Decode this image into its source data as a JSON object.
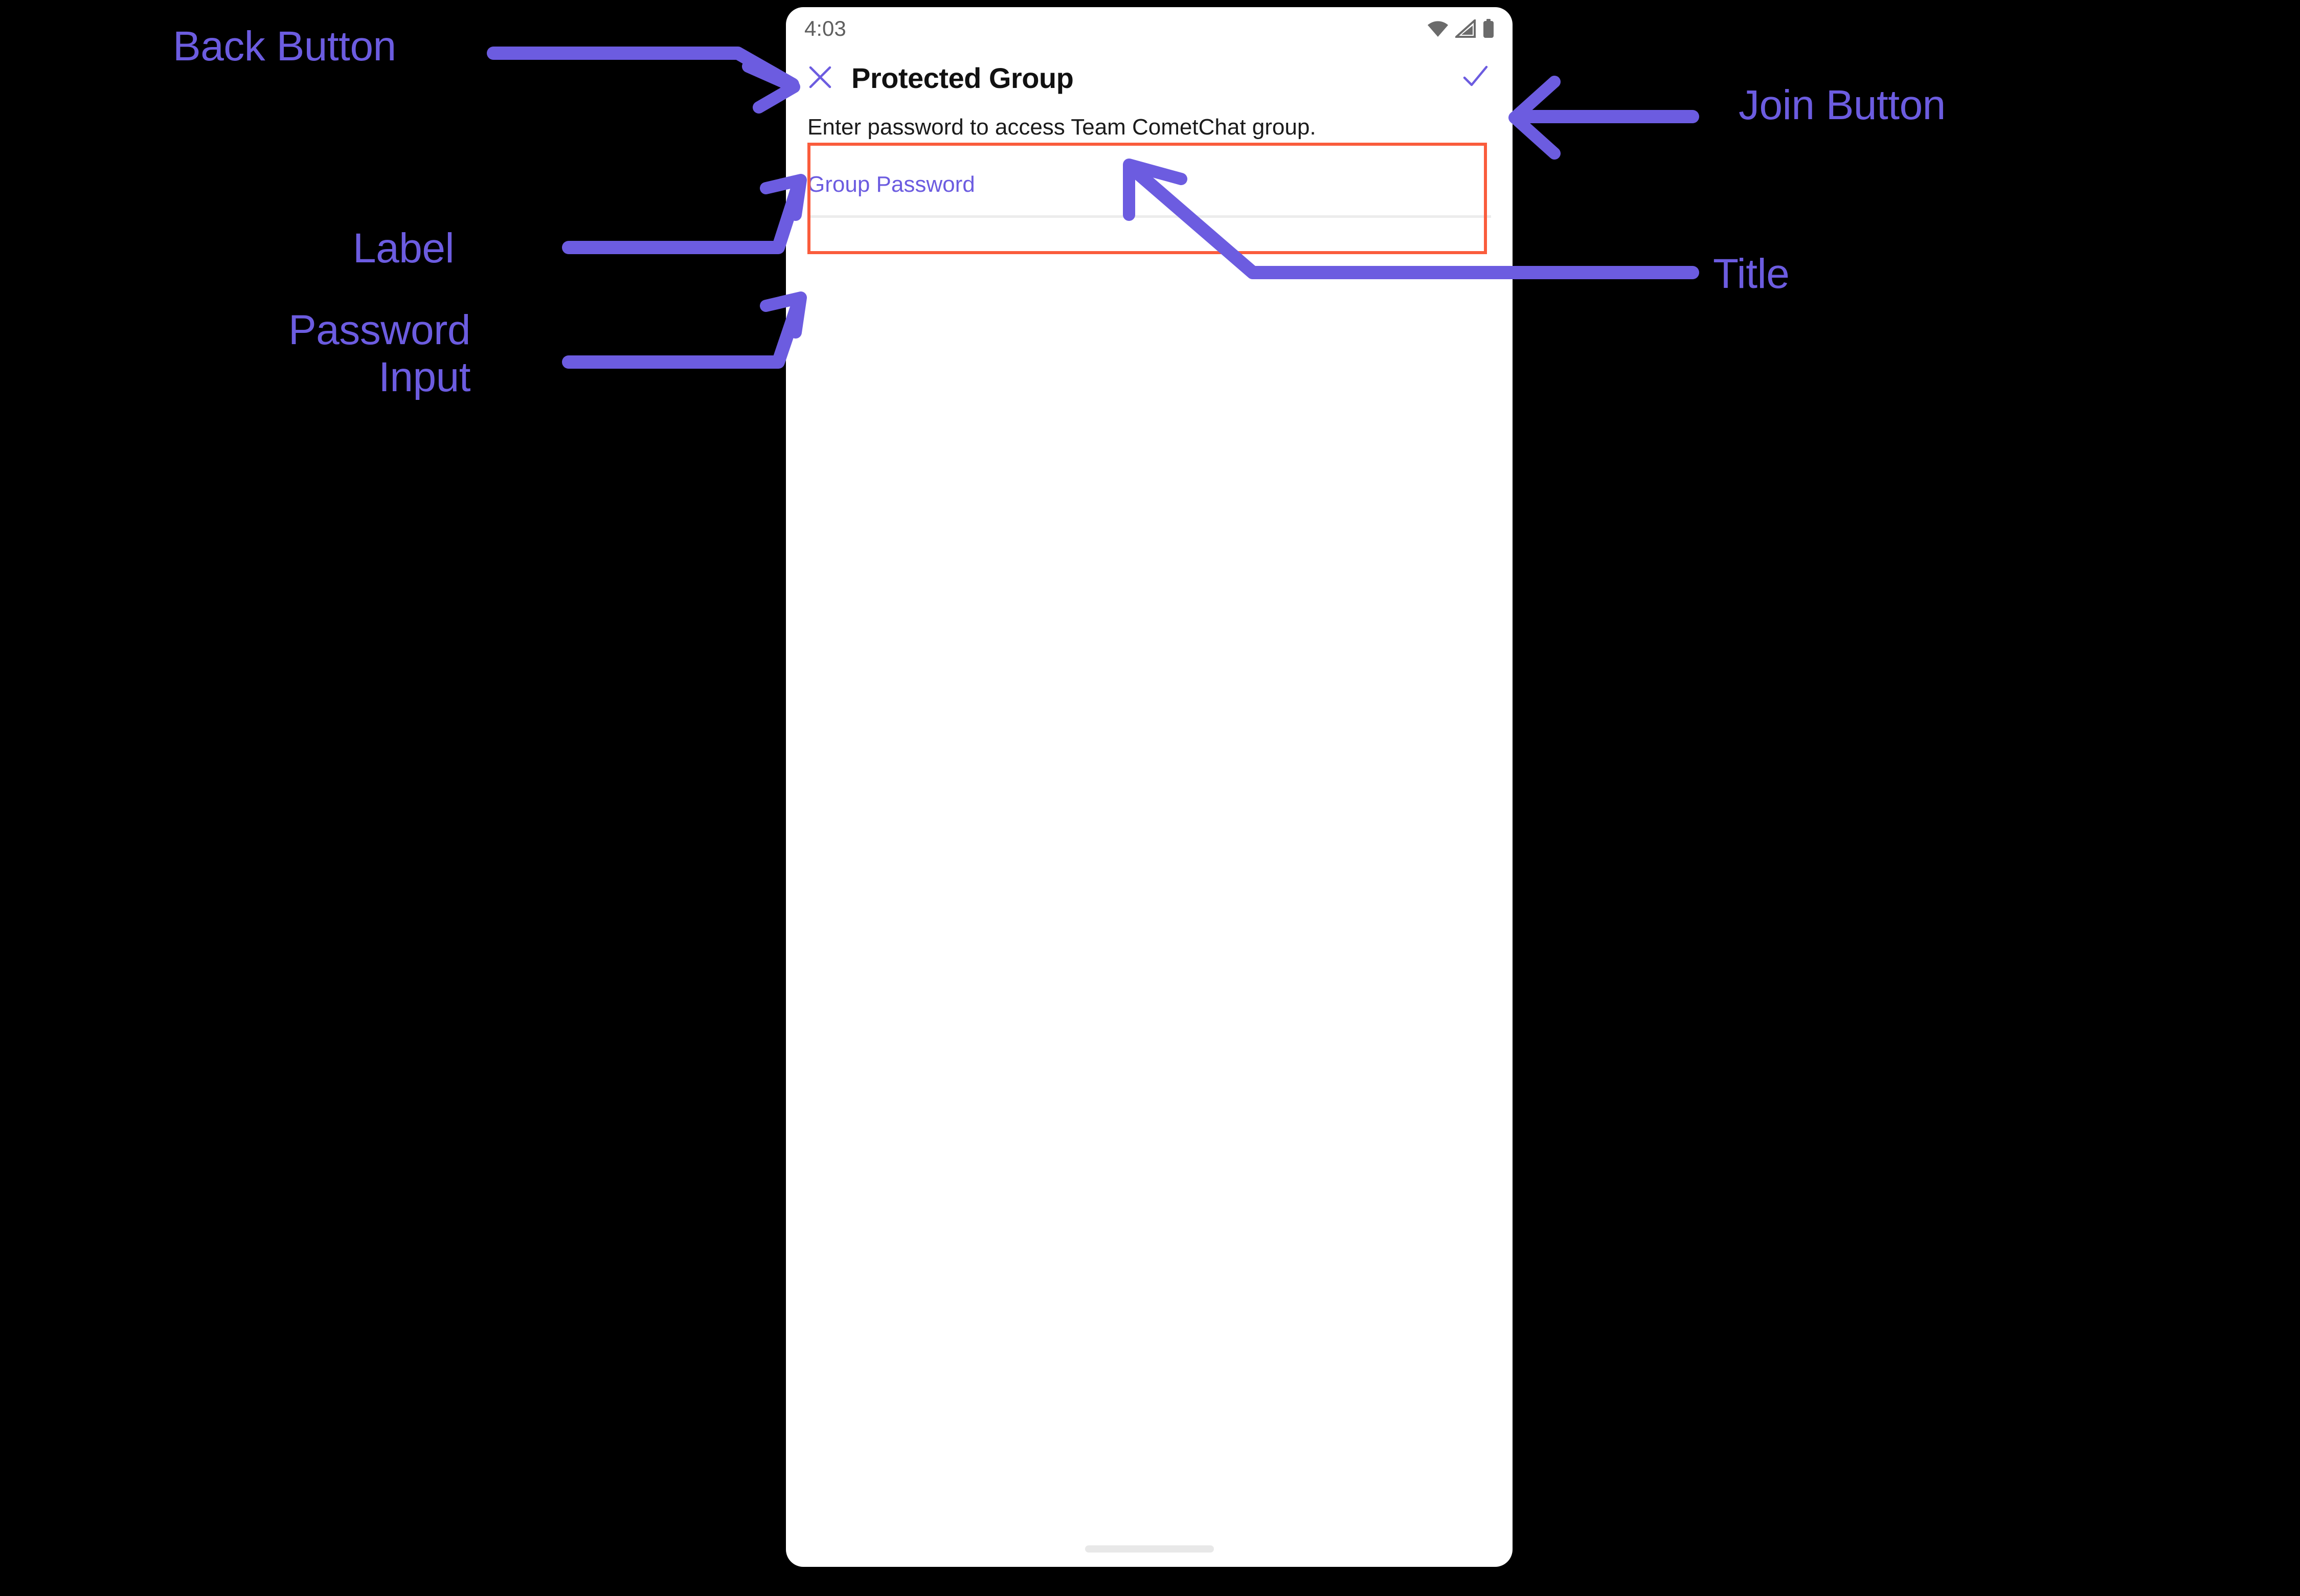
{
  "device": {
    "status_bar": {
      "clock": "4:03",
      "icons": [
        "wifi-icon",
        "cell-signal-icon",
        "battery-icon"
      ]
    },
    "home_indicator": "home-indicator"
  },
  "app_bar": {
    "close_icon": "close-icon",
    "title": "Protected Group",
    "confirm_icon": "check-icon"
  },
  "screen": {
    "helper_text": "Enter password to access Team CometChat group.",
    "password_field": {
      "label": "Group Password",
      "value": "",
      "placeholder": ""
    }
  },
  "annotations": [
    {
      "id": "back-button",
      "text": "Back Button"
    },
    {
      "id": "label",
      "text": "Label"
    },
    {
      "id": "password-input",
      "text": "Password\nInput"
    },
    {
      "id": "join-button",
      "text": "Join Button"
    },
    {
      "id": "title",
      "text": "Title"
    }
  ],
  "colors": {
    "annotation_purple": "#6c5ce0",
    "highlight_orange": "#fa5c3c",
    "accent_purple": "#6c5ce0",
    "background": "#000000",
    "surface": "#ffffff",
    "title_text": "#111111",
    "helper_text": "#1b1b1b",
    "status_gray": "#6b6b6b",
    "underline_gray": "#ececec"
  }
}
